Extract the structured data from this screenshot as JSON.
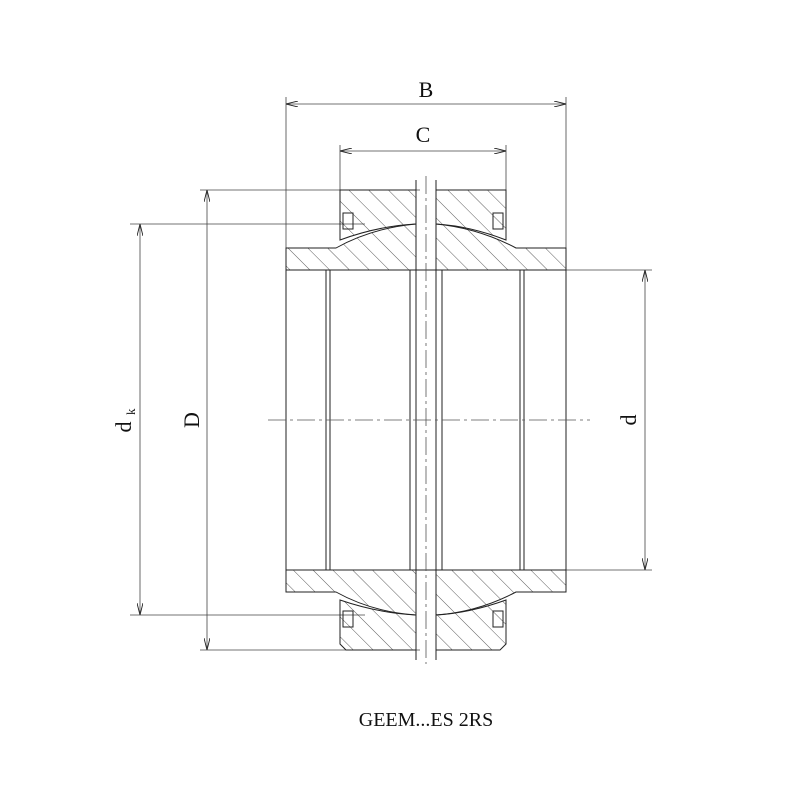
{
  "dimensions": {
    "B": "B",
    "C": "C",
    "D": "D",
    "dk_main": "d",
    "dk_sub": "k",
    "d": "d"
  },
  "caption": "GEEM...ES 2RS"
}
